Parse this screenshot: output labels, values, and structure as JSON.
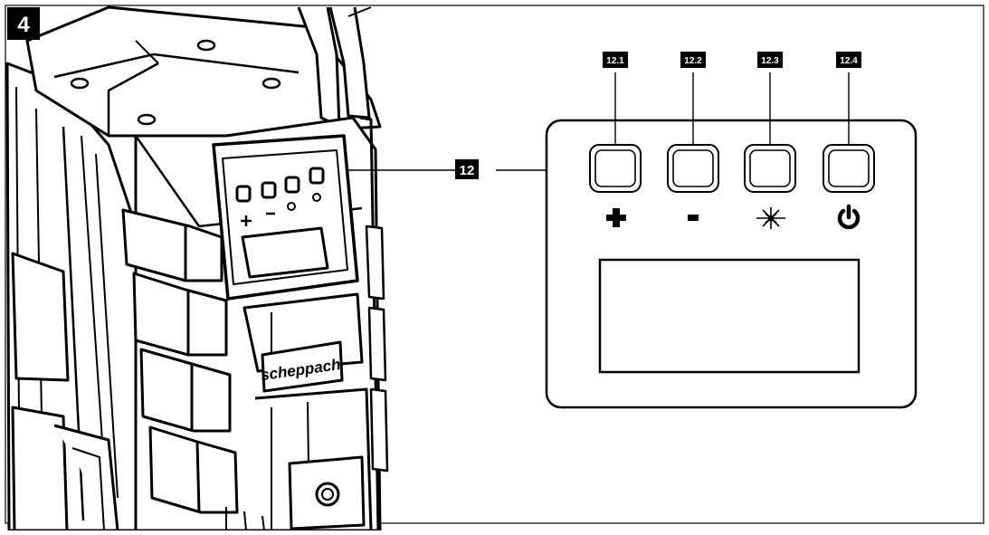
{
  "figure": {
    "number": "4",
    "callout_main": "12",
    "device_brand": "scheppach"
  },
  "panel": {
    "buttons": [
      {
        "id": "12.1",
        "symbol": "plus-icon"
      },
      {
        "id": "12.2",
        "symbol": "minus-icon"
      },
      {
        "id": "12.3",
        "symbol": "light-burst-icon"
      },
      {
        "id": "12.4",
        "symbol": "power-icon"
      }
    ]
  },
  "colors": {
    "ink": "#000000",
    "paper": "#ffffff",
    "light_gray": "#e6e6e6"
  }
}
